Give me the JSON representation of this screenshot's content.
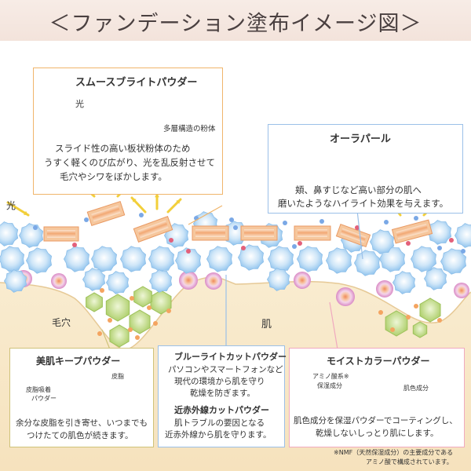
{
  "title": "＜ファンデーション塗布イメージ図＞",
  "smooth": {
    "heading": "スムースブライトパウダー",
    "light_label": "光",
    "particle_label": "多層構造の粉体",
    "desc_1": "スライド性の高い板状粉体のため",
    "desc_2": "うすく軽くのび広がり、光を乱反射させて",
    "desc_3": "毛穴やシワをぼかします。"
  },
  "aura": {
    "heading": "オーラパール",
    "desc_1": "頬、鼻すじなど高い部分の肌へ",
    "desc_2": "磨いたようなハイライト効果を与えます。"
  },
  "skin": {
    "light_label": "光",
    "pore_label": "毛穴",
    "skin_label": "肌"
  },
  "keep": {
    "heading": "美肌キープパウダー",
    "sebum_label": "皮脂",
    "absorb_1": "皮脂吸着",
    "absorb_2": "パウダー",
    "desc_1": "余分な皮脂を引き寄せ、いつまでも",
    "desc_2": "つけたての肌色が続きます。"
  },
  "bluelight": {
    "heading": "ブルーライトカットパウダー",
    "desc_1": "パソコンやスマートフォンなど",
    "desc_2": "現代の環境から肌を守り",
    "desc_3": "乾燥を防ぎます。",
    "nir_heading": "近赤外線カットパウダー",
    "nir_desc_1": "肌トラブルの要因となる",
    "nir_desc_2": "近赤外線から肌を守ります。"
  },
  "moist": {
    "heading": "モイストカラーパウダー",
    "amino_1": "アミノ酸系※",
    "amino_2": "保湿成分",
    "color_label": "肌色成分",
    "desc_1": "肌色成分を保湿パウダーでコーティングし、",
    "desc_2": "乾燥しないしっとり肌にします。"
  },
  "footnote_1": "※NMF（天然保湿成分）の主要成分である",
  "footnote_2": "アミノ酸で構成されています。",
  "colors": {
    "title_bg": "#f3e3db",
    "skin": "#f7e6c2",
    "aura_blue": "#a9d3f3",
    "plate_orange": "#f0a470",
    "pink_particle": "#e7a0cc",
    "green_hex": "#bcd77c",
    "callout_orange": "#f0b56b",
    "callout_blue": "#9bc0e8",
    "callout_pink": "#f0a9bf"
  }
}
